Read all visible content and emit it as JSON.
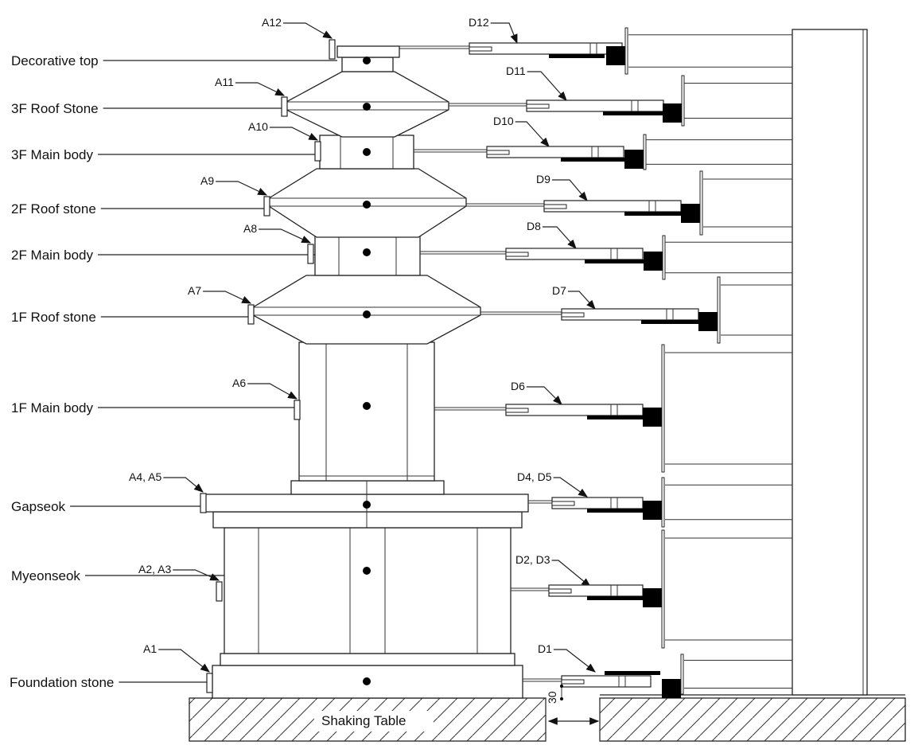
{
  "levels": [
    {
      "label": "Decorative top"
    },
    {
      "label": "3F Roof Stone"
    },
    {
      "label": "3F Main body"
    },
    {
      "label": "2F Roof stone"
    },
    {
      "label": "2F Main body"
    },
    {
      "label": "1F Roof stone"
    },
    {
      "label": "1F Main body"
    },
    {
      "label": "Gapseok"
    },
    {
      "label": "Myeonseok"
    },
    {
      "label": "Foundation stone"
    }
  ],
  "accelerometers": [
    "A12",
    "A11",
    "A10",
    "A9",
    "A8",
    "A7",
    "A6",
    "A4, A5",
    "A2, A3",
    "A1"
  ],
  "displacement_sensors": [
    "D12",
    "D11",
    "D10",
    "D9",
    "D8",
    "D7",
    "D6",
    "D4, D5",
    "D2, D3",
    "D1"
  ],
  "base": {
    "label": "Shaking Table",
    "gap_label": "30"
  }
}
